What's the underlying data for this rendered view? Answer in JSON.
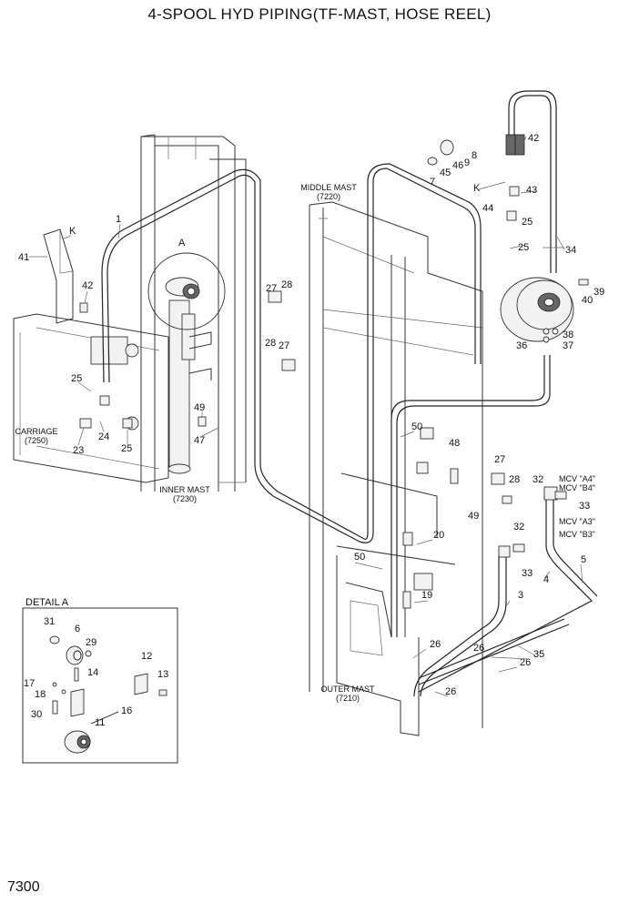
{
  "title": "4-SPOOL HYD PIPING(TF-MAST, HOSE REEL)",
  "page_number": "7300",
  "detail_title": "DETAIL A",
  "detail_marker": "A",
  "k_marker_1": "K",
  "k_marker_2": "K",
  "assemblies": {
    "middle_mast": "MIDDLE MAST",
    "middle_mast_no": "(7220)",
    "carriage": "CARRIAGE",
    "carriage_no": "(7250)",
    "inner_mast": "INNER MAST",
    "inner_mast_no": "(7230)",
    "outer_mast": "OUTER MAST",
    "outer_mast_no": "(7210)"
  },
  "mcv": {
    "a4": "MCV \"A4\"",
    "b4": "MCV \"B4\"",
    "a3": "MCV \"A3\"",
    "b3": "MCV \"B3\""
  },
  "callouts": {
    "c1": "1",
    "c3": "3",
    "c4": "4",
    "c5": "5",
    "c7": "7",
    "c8": "8",
    "c9": "9",
    "c19": "19",
    "c20": "20",
    "c23": "23",
    "c24": "24",
    "c25a": "25",
    "c25b": "25",
    "c25c": "25",
    "c25d": "25",
    "c26a": "26",
    "c26b": "26",
    "c26c": "26",
    "c26d": "26",
    "c27a": "27",
    "c27b": "27",
    "c27c": "27",
    "c28a": "28",
    "c28b": "28",
    "c28c": "28",
    "c32a": "32",
    "c32b": "32",
    "c33a": "33",
    "c33b": "33",
    "c34": "34",
    "c35": "35",
    "c36": "36",
    "c37": "37",
    "c38": "38",
    "c39": "39",
    "c40": "40",
    "c41": "41",
    "c42a": "42",
    "c42b": "42",
    "c43": "43",
    "c44": "44",
    "c45": "45",
    "c46": "46",
    "c47": "47",
    "c48": "48",
    "c49a": "49",
    "c49b": "49",
    "c50a": "50",
    "c50b": "50"
  },
  "detail_callouts": {
    "d6": "6",
    "d11": "11",
    "d12": "12",
    "d13": "13",
    "d14": "14",
    "d16": "16",
    "d17": "17",
    "d18": "18",
    "d29": "29",
    "d30": "30",
    "d31": "31"
  }
}
